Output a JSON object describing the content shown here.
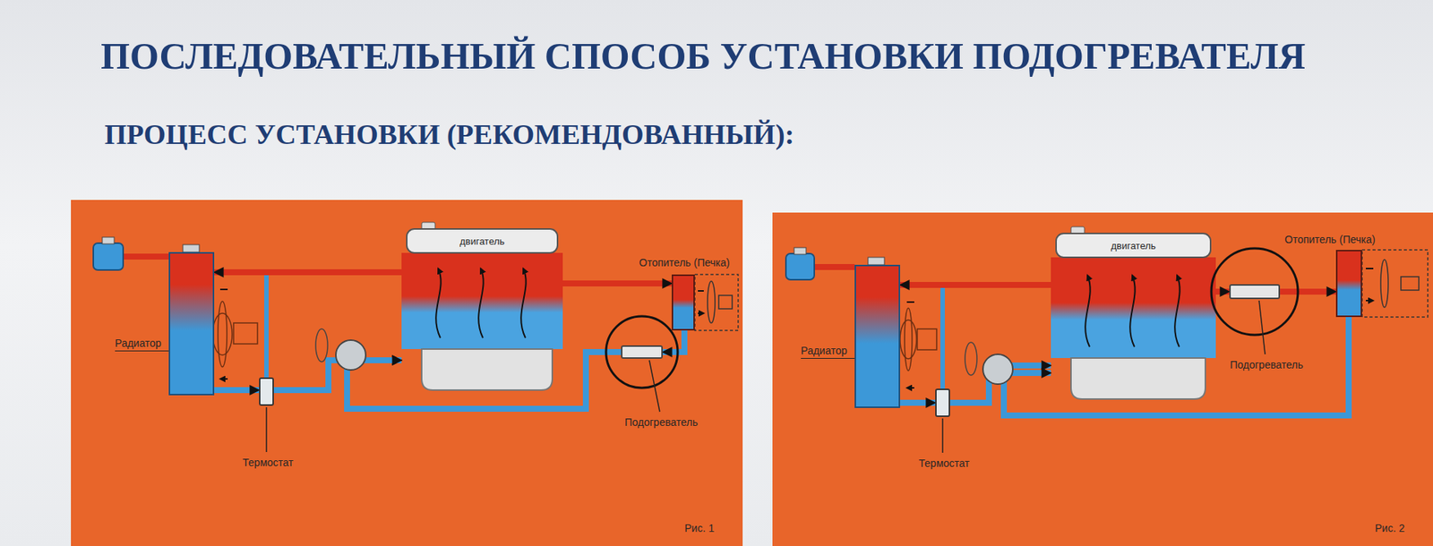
{
  "diagram": {
    "title": "ПОСЛЕДОВАТЕЛЬНЫЙ СПОСОБ УСТАНОВКИ ПОДОГРЕВАТЕЛЯ",
    "nodes": [
      {
        "text": [
          "Рис. 1"
        ]
      },
      {
        "text": [
          "Радиатор"
        ],
        "in": 0
      },
      {
        "text": [
          "Термостат"
        ],
        "in": 0
      },
      {
        "text": [
          "двигатель"
        ],
        "in": 0
      },
      {
        "text": [
          "Отопитель (Печка)"
        ],
        "in": 0
      },
      {
        "text": [
          "Подогреватель"
        ],
        "in": 0
      },
      {
        "text": [
          "Рис. 2"
        ]
      },
      {
        "text": [
          "Радиатор"
        ],
        "in": 6
      },
      {
        "text": [
          "Термостат"
        ],
        "in": 6
      },
      {
        "text": [
          "двигатель"
        ],
        "in": 6
      },
      {
        "text": [
          "Отопитель (Печка)"
        ],
        "in": 6
      },
      {
        "text": [
          "Подогреватель"
        ],
        "in": 6
      }
    ],
    "edges": [
      {
        "from": 3,
        "to": 1,
        "arrow": "to"
      },
      {
        "from": 1,
        "to": 2,
        "arrow": "to"
      },
      {
        "from": 2,
        "to": 3,
        "arrow": "to"
      },
      {
        "from": 3,
        "to": 4,
        "arrow": "to"
      },
      {
        "from": 4,
        "to": 5,
        "arrow": "to"
      },
      {
        "from": 5,
        "to": 3,
        "arrow": "to"
      },
      {
        "from": 9,
        "to": 7,
        "arrow": "to"
      },
      {
        "from": 7,
        "to": 8,
        "arrow": "to"
      },
      {
        "from": 8,
        "to": 9,
        "arrow": "to"
      },
      {
        "from": 9,
        "to": 11,
        "arrow": "to"
      },
      {
        "from": 11,
        "to": 10,
        "arrow": "to"
      },
      {
        "from": 10,
        "to": 9,
        "arrow": "to"
      }
    ],
    "labels": [
      "ПРОЦЕСС УСТАНОВКИ (РЕКОМЕНДОВАННЫЙ):"
    ]
  }
}
